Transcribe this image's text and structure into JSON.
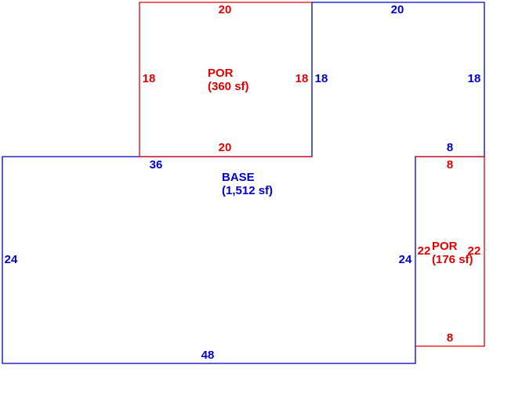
{
  "colors": {
    "base": "#0000c8",
    "porch": "#e00000",
    "background": "#ffffff"
  },
  "areas": [
    {
      "id": "por-top",
      "color": "porch",
      "label": "POR",
      "area_text": "(360 sf)",
      "dims": {
        "top": "20",
        "left": "18",
        "right": "18",
        "bottom": "20"
      }
    },
    {
      "id": "base",
      "color": "base",
      "label": "BASE",
      "area_text": "(1,512 sf)",
      "dims": {
        "top_right": "20",
        "upper_right": "18",
        "notch": "8",
        "mid_top": "36",
        "left": "24",
        "inner_right": "24",
        "bottom": "48"
      }
    },
    {
      "id": "por-right",
      "color": "porch",
      "label": "POR",
      "area_text": "(176 sf)",
      "dims": {
        "top": "8",
        "left": "22",
        "right": "22",
        "bottom": "8"
      }
    }
  ]
}
